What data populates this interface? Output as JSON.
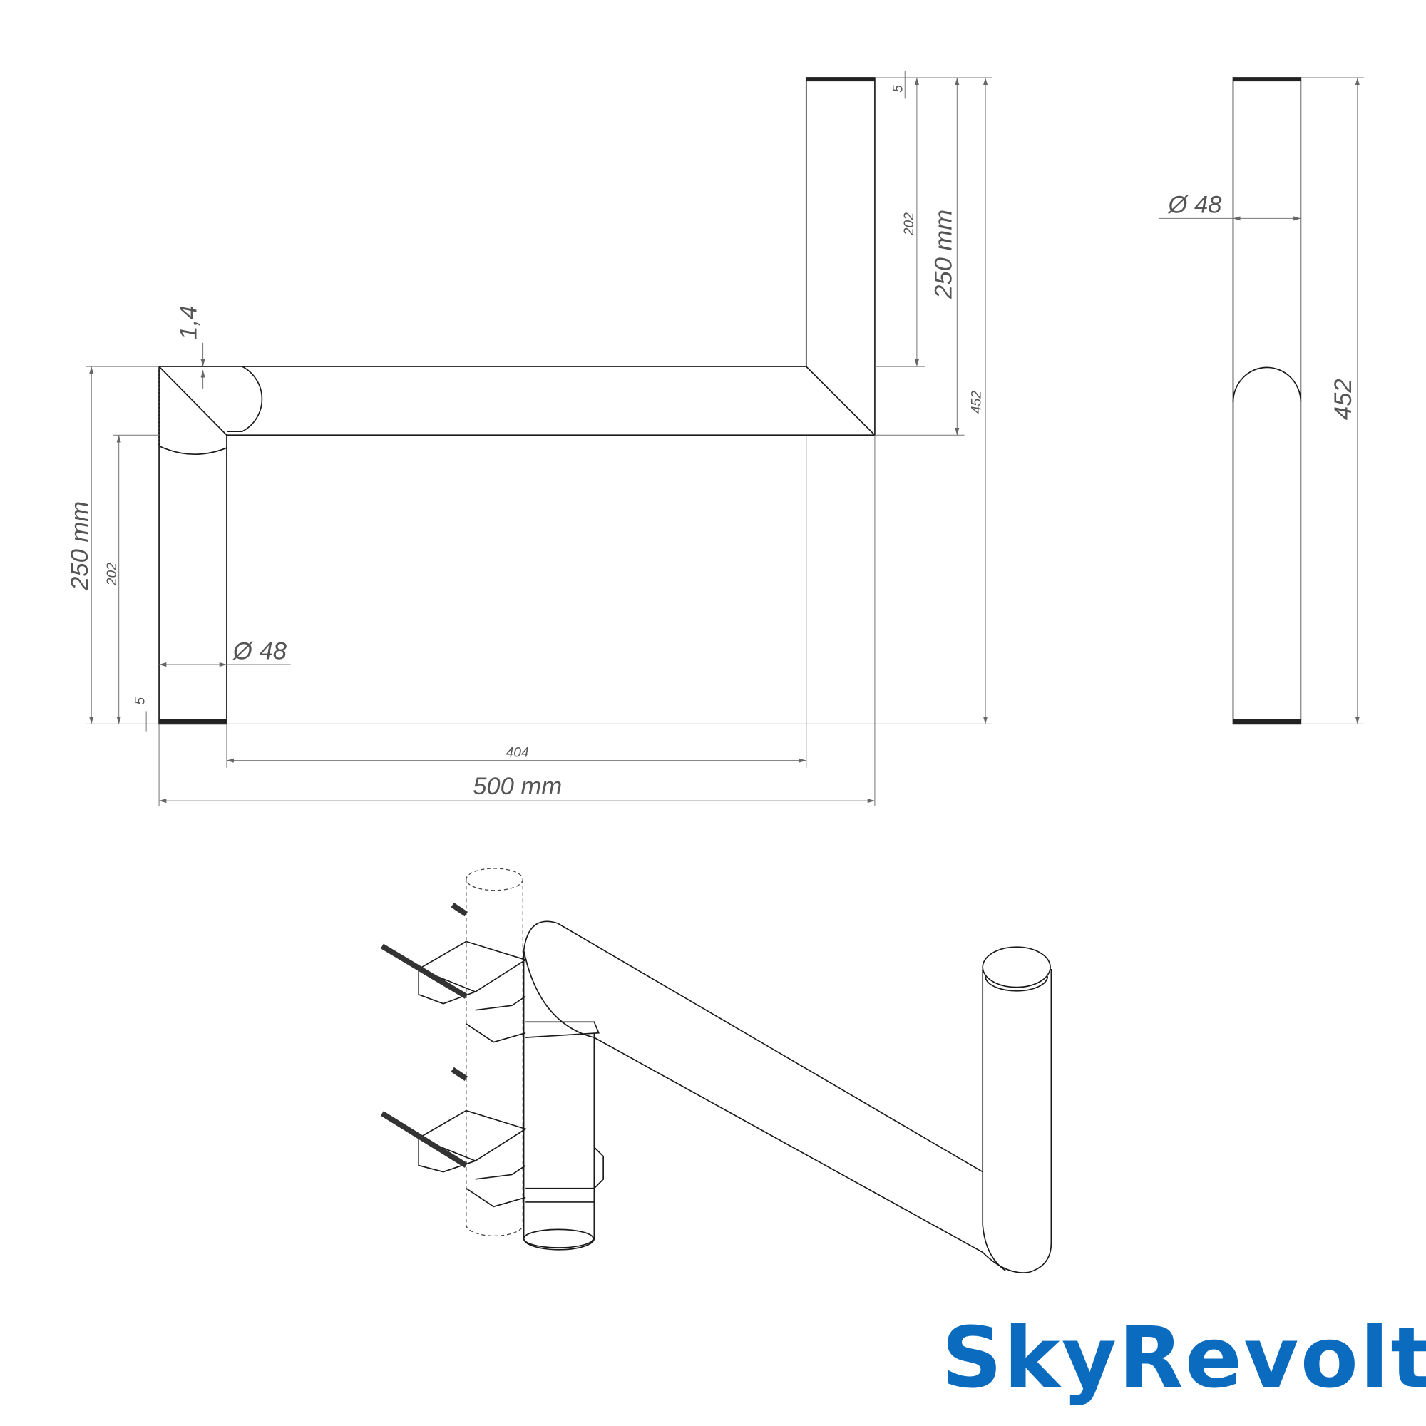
{
  "front_view": {
    "height_left": "250 mm",
    "inner_left": "202",
    "end_cap_left": "5",
    "diameter": "Ø 48",
    "wall": "1,4",
    "inner_width": "404",
    "total_width": "500 mm",
    "end_cap_right": "5",
    "inner_right": "202",
    "height_right": "250 mm",
    "total_height": "452"
  },
  "side_view": {
    "diameter": "Ø 48",
    "total_height": "452"
  },
  "brand": {
    "logo_text": "SkyRevolt",
    "color": "#0a6bbf"
  }
}
